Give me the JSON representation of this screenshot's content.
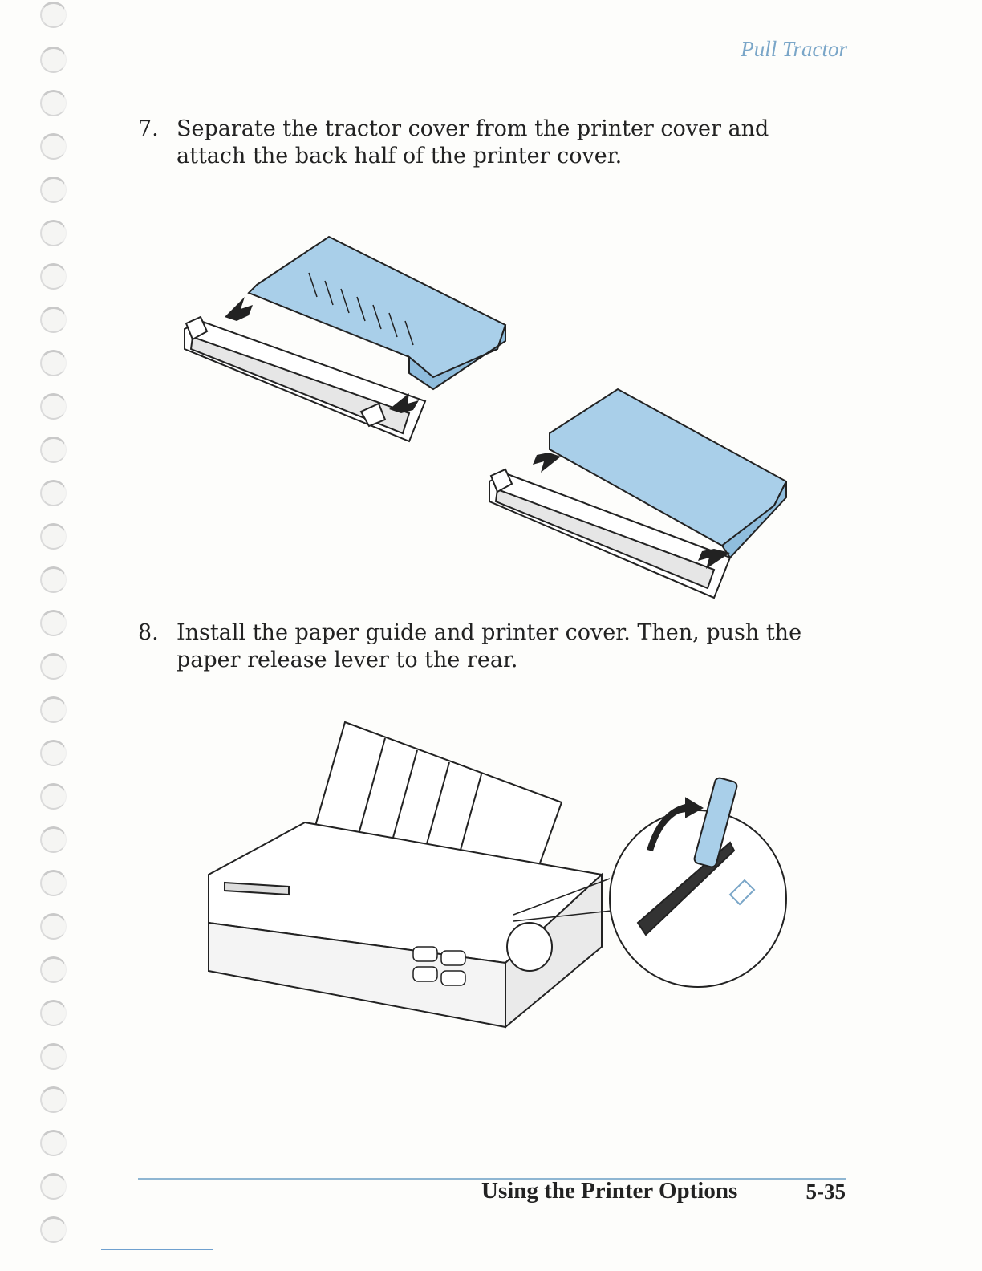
{
  "header": {
    "title": "Pull Tractor"
  },
  "steps": [
    {
      "number": "7.",
      "text": "Separate the tractor cover from the printer cover and attach the back half of the printer cover."
    },
    {
      "number": "8.",
      "text": "Install the paper guide and printer cover. Then, push the paper release lever to the rear."
    }
  ],
  "footer": {
    "section": "Using the Printer Options",
    "page": "5-35"
  },
  "colors": {
    "accent_blue": "#a9cfe9",
    "header_blue": "#7aa6c8",
    "rule_blue": "#8fb6d2"
  }
}
